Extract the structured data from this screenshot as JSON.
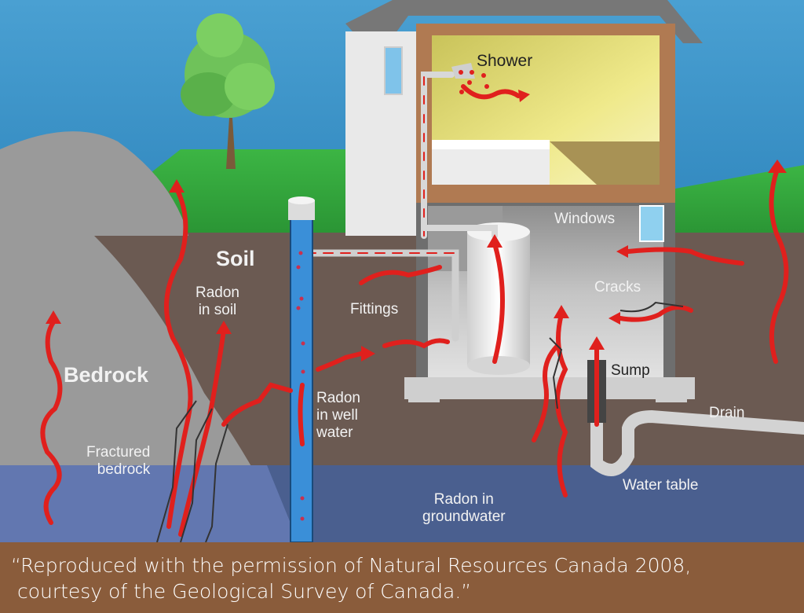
{
  "diagram": {
    "title": "Radon entry pathways into a home",
    "labels": {
      "shower": "Shower",
      "windows": "Windows",
      "cracks": "Cracks",
      "sump": "Sump",
      "fittings": "Fittings",
      "soil": "Soil",
      "radon_in_soil": "Radon\nin soil",
      "bedrock": "Bedrock",
      "fractured_bedrock": "Fractured\nbedrock",
      "radon_in_well_water": "Radon\nin well\nwater",
      "drain": "Drain",
      "water_table": "Water table",
      "radon_in_groundwater": "Radon in\ngroundwater"
    },
    "colors": {
      "sky": "#3f95c8",
      "grass": "#2fa83a",
      "soil": "#6b5a52",
      "bedrock": "#9a9a9a",
      "groundwater": "#4a5f8f",
      "radon": "#e0201d",
      "well": "#3a8fd8",
      "house_frame": "#b07a52",
      "room": "#e8e06a",
      "caption_bg": "#8a5c3b"
    }
  },
  "caption": {
    "line1": "“Reproduced with the permission of Natural Resources Canada 2008,",
    "line2": " courtesy of the Geological Survey of Canada.”"
  }
}
